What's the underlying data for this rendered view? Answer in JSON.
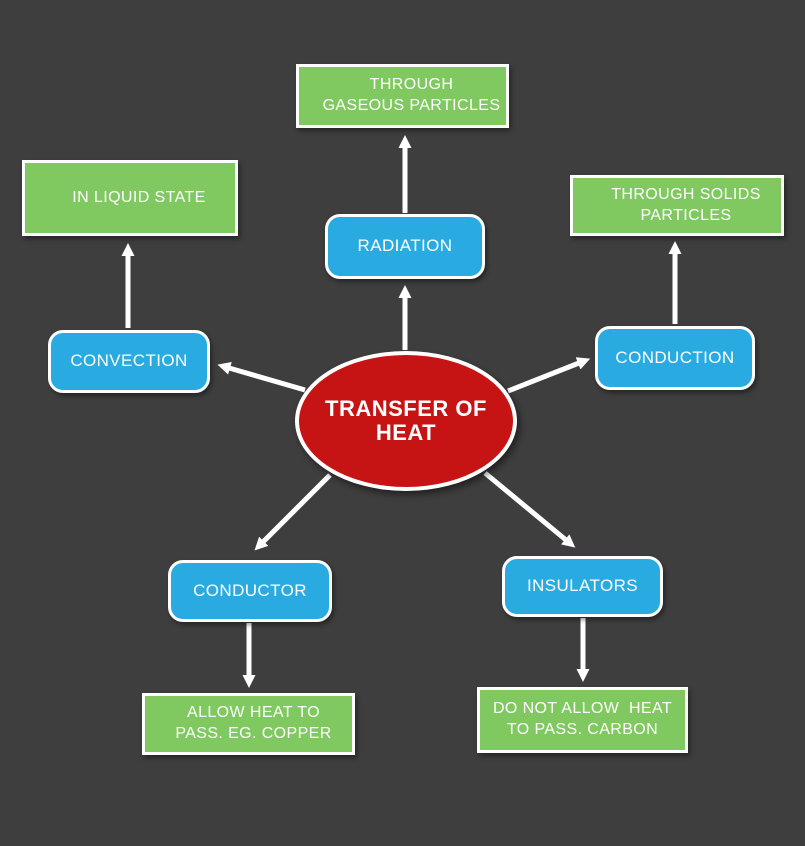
{
  "title": "TRANSFER OF HEAT",
  "colors": {
    "background": "#3e3e3e",
    "center-fill": "#c61414",
    "branch-fill": "#29abe2",
    "leaf-fill": "#80c860",
    "arrow": "#ffffff",
    "border": "#ffffff",
    "text": "#ffffff"
  },
  "nodes": {
    "center": {
      "label": "TRANSFER OF HEAT"
    },
    "radiation": {
      "label": "RADIATION"
    },
    "convection": {
      "label": "CONVECTION"
    },
    "conduction": {
      "label": "CONDUCTION"
    },
    "conductor": {
      "label": "CONDUCTOR"
    },
    "insulators": {
      "label": "INSULATORS"
    },
    "gaseous": {
      "label": "THROUGH\nGASEOUS PARTICLES"
    },
    "liquid": {
      "label": "IN LIQUID STATE"
    },
    "solids": {
      "label": "THROUGH SOLIDS\nPARTICLES"
    },
    "allow": {
      "label": "ALLOW HEAT TO\nPASS. EG. COPPER"
    },
    "notallow": {
      "label": "DO NOT ALLOW  HEAT\nTO PASS. CARBON"
    }
  },
  "edges": [
    {
      "from": "TRANSFER OF HEAT",
      "to": "RADIATION"
    },
    {
      "from": "TRANSFER OF HEAT",
      "to": "CONVECTION"
    },
    {
      "from": "TRANSFER OF HEAT",
      "to": "CONDUCTION"
    },
    {
      "from": "TRANSFER OF HEAT",
      "to": "CONDUCTOR"
    },
    {
      "from": "TRANSFER OF HEAT",
      "to": "INSULATORS"
    },
    {
      "from": "RADIATION",
      "to": "THROUGH GASEOUS PARTICLES"
    },
    {
      "from": "CONVECTION",
      "to": "IN LIQUID STATE"
    },
    {
      "from": "CONDUCTION",
      "to": "THROUGH SOLIDS PARTICLES"
    },
    {
      "from": "CONDUCTOR",
      "to": "ALLOW HEAT TO PASS. EG. COPPER"
    },
    {
      "from": "INSULATORS",
      "to": "DO NOT ALLOW  HEAT TO PASS. CARBON"
    }
  ]
}
